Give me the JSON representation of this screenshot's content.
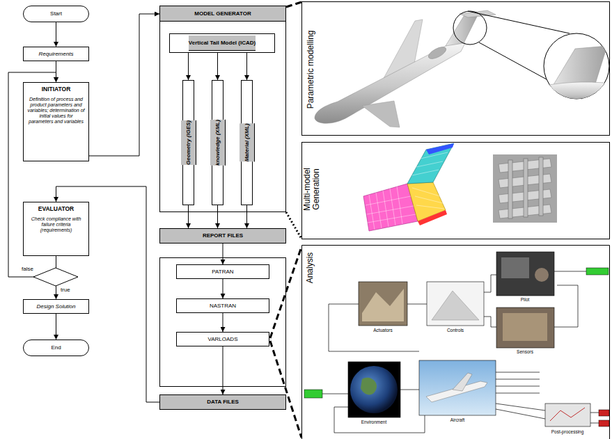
{
  "diagram": {
    "nodes": [
      {
        "text": [
          "Start"
        ]
      },
      {
        "text": [
          "Requirements"
        ]
      },
      {
        "text": [
          "INITIATOR",
          "Definition of process and product parameters and variables; determination of initial values for parameters and variables"
        ]
      },
      {
        "text": [
          "EVALUATOR",
          "Check compliance with failure criteria (requirements)"
        ]
      },
      {
        "text": [
          "Design Solution"
        ]
      },
      {
        "text": [
          "End"
        ]
      },
      {
        "text": [
          "MODEL GENERATOR"
        ]
      },
      {
        "text": [
          "Vertical Tail Model (ICAD)"
        ],
        "in": 6
      },
      {
        "text": [
          "Geometry (IGES)"
        ],
        "in": 6
      },
      {
        "text": [
          "knowledge (XML)"
        ],
        "in": 6
      },
      {
        "text": [
          "Material (XML)"
        ],
        "in": 6
      },
      {
        "text": [
          "REPORT FILES"
        ]
      },
      {
        "text": [
          "PATRAN"
        ]
      },
      {
        "text": [
          "NASTRAN"
        ]
      },
      {
        "text": [
          "VARLOADS"
        ]
      },
      {
        "text": [
          "DATA FILES"
        ]
      }
    ],
    "edges": [
      {
        "from": 0,
        "to": 1,
        "arrow": "to"
      },
      {
        "from": 1,
        "to": 2,
        "arrow": "to"
      },
      {
        "from": 3,
        "to": 2,
        "label": "false",
        "arrow": "to"
      },
      {
        "from": 2,
        "to": 6,
        "arrow": "to"
      },
      {
        "from": 7,
        "to": 8,
        "arrow": "to"
      },
      {
        "from": 7,
        "to": 9,
        "arrow": "to"
      },
      {
        "from": 7,
        "to": 10,
        "arrow": "to"
      },
      {
        "from": 8,
        "to": 11,
        "arrow": "to"
      },
      {
        "from": 9,
        "to": 11,
        "arrow": "to"
      },
      {
        "from": 10,
        "to": 11,
        "arrow": "to"
      },
      {
        "from": 11,
        "to": 12,
        "arrow": "to"
      },
      {
        "from": 12,
        "to": 13,
        "arrow": "to"
      },
      {
        "from": 13,
        "to": 14,
        "arrow": "to"
      },
      {
        "from": 14,
        "to": 15,
        "arrow": "to"
      },
      {
        "from": 15,
        "to": 3,
        "arrow": "to"
      },
      {
        "from": 3,
        "to": 4,
        "label": "true",
        "arrow": "to"
      },
      {
        "from": 4,
        "to": 5,
        "arrow": "to"
      }
    ],
    "labels": [
      "Parametric modelling",
      "Multi-model Generation",
      "Analysis",
      "Actuators",
      "Controls",
      "Pilot",
      "Sensors",
      "Environment",
      "Aircraft",
      "Post-processing"
    ]
  }
}
